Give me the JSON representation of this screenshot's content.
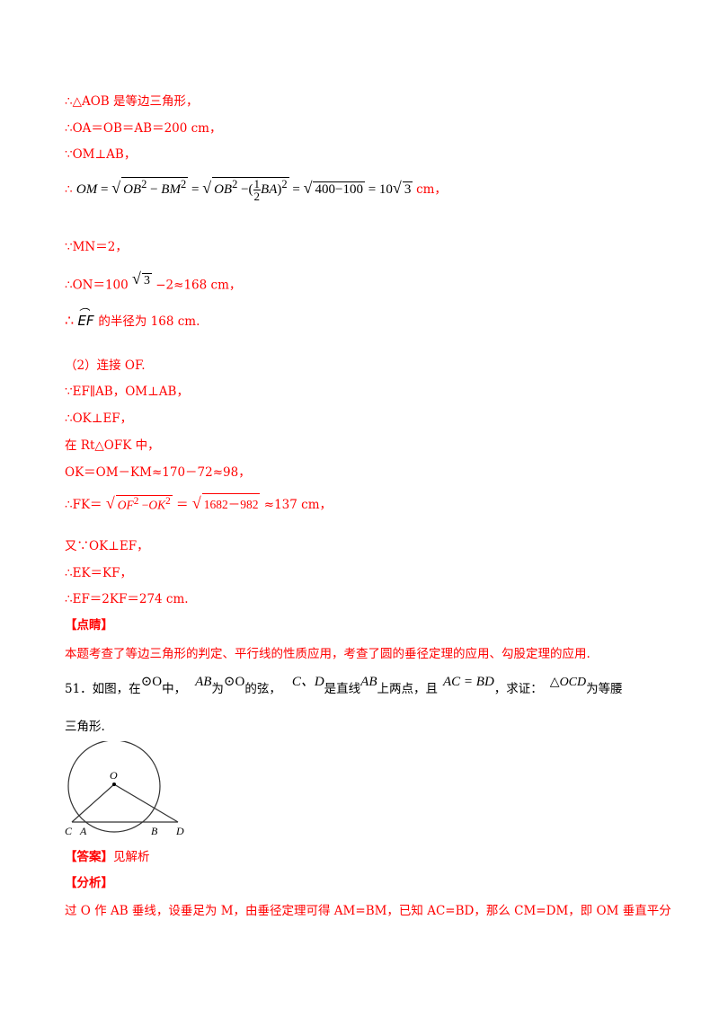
{
  "solution_part1": {
    "line1": "∴△AOB 是等边三角形，",
    "line2": "∴OA＝OB＝AB＝200 cm，",
    "line3": "∵OM⊥AB，",
    "line4": {
      "prefix": "∴",
      "lhs": "OM",
      "expr1_a": "OB",
      "expr1_b": "BM",
      "expr2_a": "OB",
      "expr2_frac_num": "1",
      "expr2_frac_den": "2",
      "expr2_b": "BA",
      "expr3": "400−100",
      "result_coef": "10",
      "result_root": "3",
      "unit": "cm，"
    },
    "line5": "∵MN＝2，",
    "line6": {
      "prefix": "∴ON＝100",
      "root": "3",
      "suffix": "−2≈168 cm，"
    },
    "line7": {
      "prefix": "∴",
      "arc": "EF",
      "suffix": "的半径为 168 cm."
    }
  },
  "solution_part2": {
    "line1": "（2）连接 OF.",
    "line2": "∵EF∥AB，OM⊥AB，",
    "line3": "∴OK⊥EF，",
    "line4": "在 Rt△OFK 中，",
    "line5": "OK＝OM－KM≈170－72≈98，",
    "line6": {
      "prefix": "∴FK＝",
      "sqrt1_a": "OF",
      "sqrt1_b": "OK",
      "eq": "＝",
      "sqrt2": "1682－982",
      "suffix": "≈137 cm，"
    },
    "line7": "又∵OK⊥EF，",
    "line8": "∴EK＝KF，",
    "line9": "∴EF＝2KF＝274 cm."
  },
  "review": {
    "heading": "【点睛】",
    "text": "本题考查了等边三角形的判定、平行线的性质应用，考查了圆的垂径定理的应用、勾股定理的应用."
  },
  "question51": {
    "p1": "51．如图，在",
    "circle_o": "⊙O",
    "p2": "中，",
    "ab": "AB",
    "p3": "为",
    "circle_o2": "⊙O",
    "p4": "的弦，",
    "cd": "C、D",
    "p5": "是直线",
    "ab2": "AB",
    "p6": "上两点，且",
    "cond": "AC = BD",
    "p7": "，求证：",
    "tri": "△OCD",
    "p8": "为等腰",
    "line2": "三角形."
  },
  "diagram": {
    "labels": {
      "O": "O",
      "C": "C",
      "A": "A",
      "B": "B",
      "D": "D"
    }
  },
  "answer": {
    "heading": "【答案】",
    "text": "见解析"
  },
  "analysis": {
    "heading": "【分析】",
    "text": "过 O 作 AB 垂线，设垂足为 M，由垂径定理可得 AM=BM，已知 AC=BD，那么 CM=DM，即 OM 垂直平分"
  }
}
